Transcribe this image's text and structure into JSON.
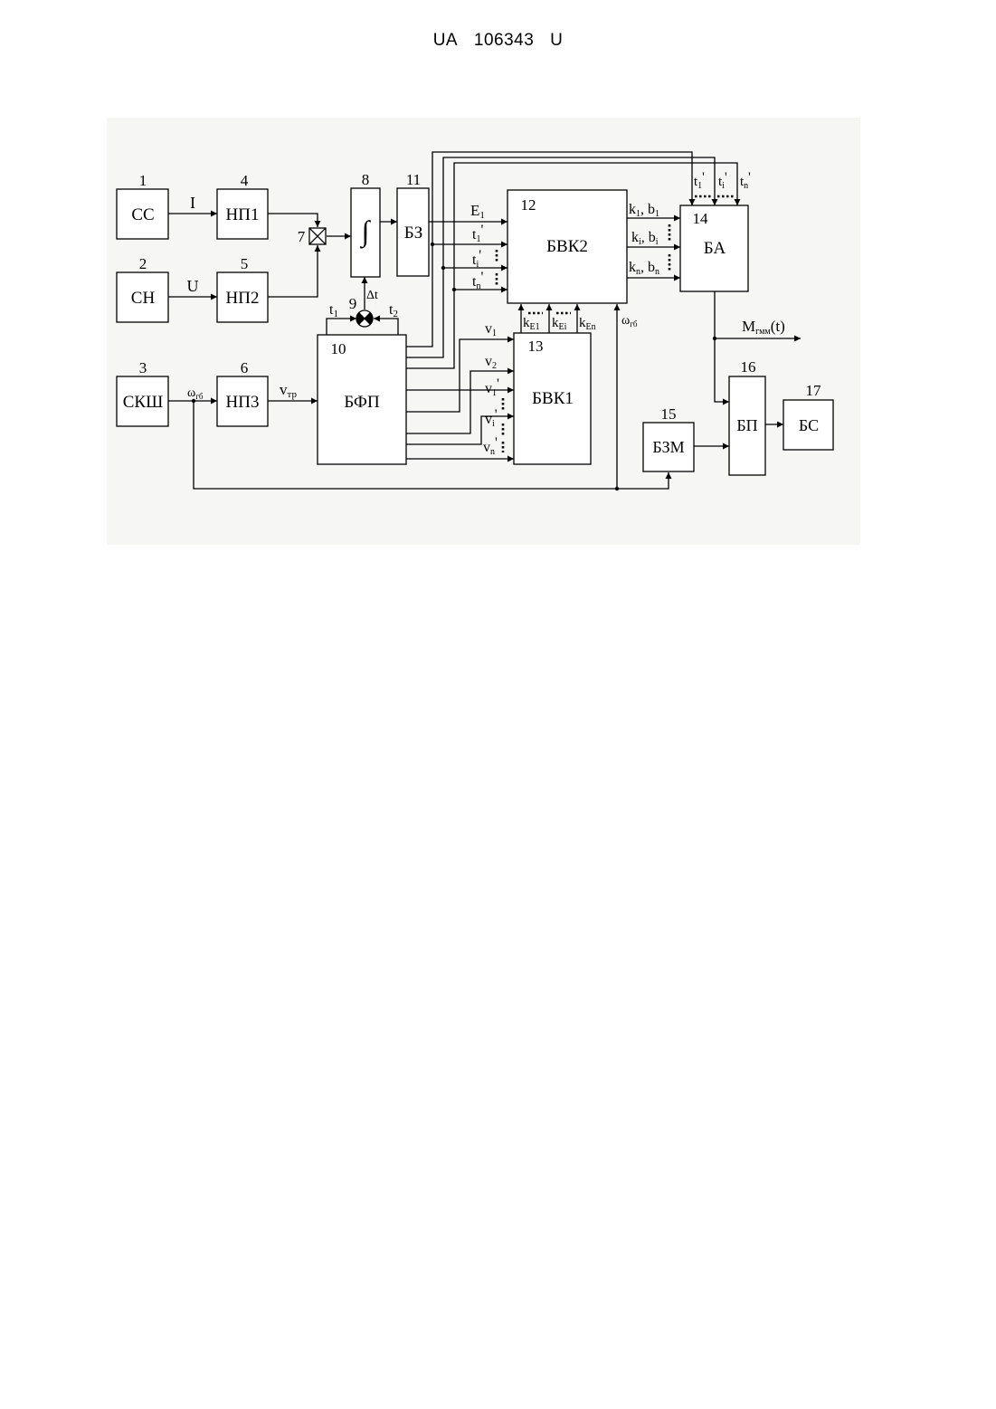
{
  "header": {
    "country": "UA",
    "number": "106343",
    "kind": "U"
  },
  "blocks": {
    "b1": {
      "num": "1",
      "label": "СС"
    },
    "b2": {
      "num": "2",
      "label": "СН"
    },
    "b3": {
      "num": "3",
      "label": "СКШ"
    },
    "b4": {
      "num": "4",
      "label": "НП1"
    },
    "b5": {
      "num": "5",
      "label": "НП2"
    },
    "b6": {
      "num": "6",
      "label": "НП3"
    },
    "b7": {
      "num": "7"
    },
    "b8": {
      "num": "8",
      "label": "∫"
    },
    "b9": {
      "num": "9"
    },
    "b10": {
      "num": "10",
      "label": "БФП"
    },
    "b11": {
      "num": "11",
      "label": "БЗ"
    },
    "b12": {
      "num": "12",
      "label": "БВК2"
    },
    "b13": {
      "num": "13",
      "label": "БВК1"
    },
    "b14": {
      "num": "14",
      "label": "БА"
    },
    "b15": {
      "num": "15",
      "label": "БЗМ"
    },
    "b16": {
      "num": "16",
      "label": "БП"
    },
    "b17": {
      "num": "17",
      "label": "БС"
    }
  },
  "signals": {
    "I": "I",
    "U": "U",
    "omega": "ω",
    "omega_sub": "гб",
    "v": "v",
    "v_sub": "тр",
    "t1": "t",
    "t1_sub": "1",
    "t2": "t",
    "t2_sub": "2",
    "dt": "Δt",
    "E1": "E",
    "E1_sub": "1",
    "tp": "t",
    "tp_sub1": "1",
    "tp_subi": "i",
    "tp_subn": "n",
    "prime": "'",
    "vel_sub1": "1",
    "vel_sub2": "2",
    "vel_subi": "i",
    "vel_subn": "n",
    "kb_k": "k",
    "kb_b": "b",
    "comma": ",",
    "kE": "k",
    "kE_sub1": "E1",
    "kE_subi": "Ei",
    "kE_subn": "En",
    "M": "M",
    "M_sub": "гмм",
    "M_arg": "(t)"
  }
}
